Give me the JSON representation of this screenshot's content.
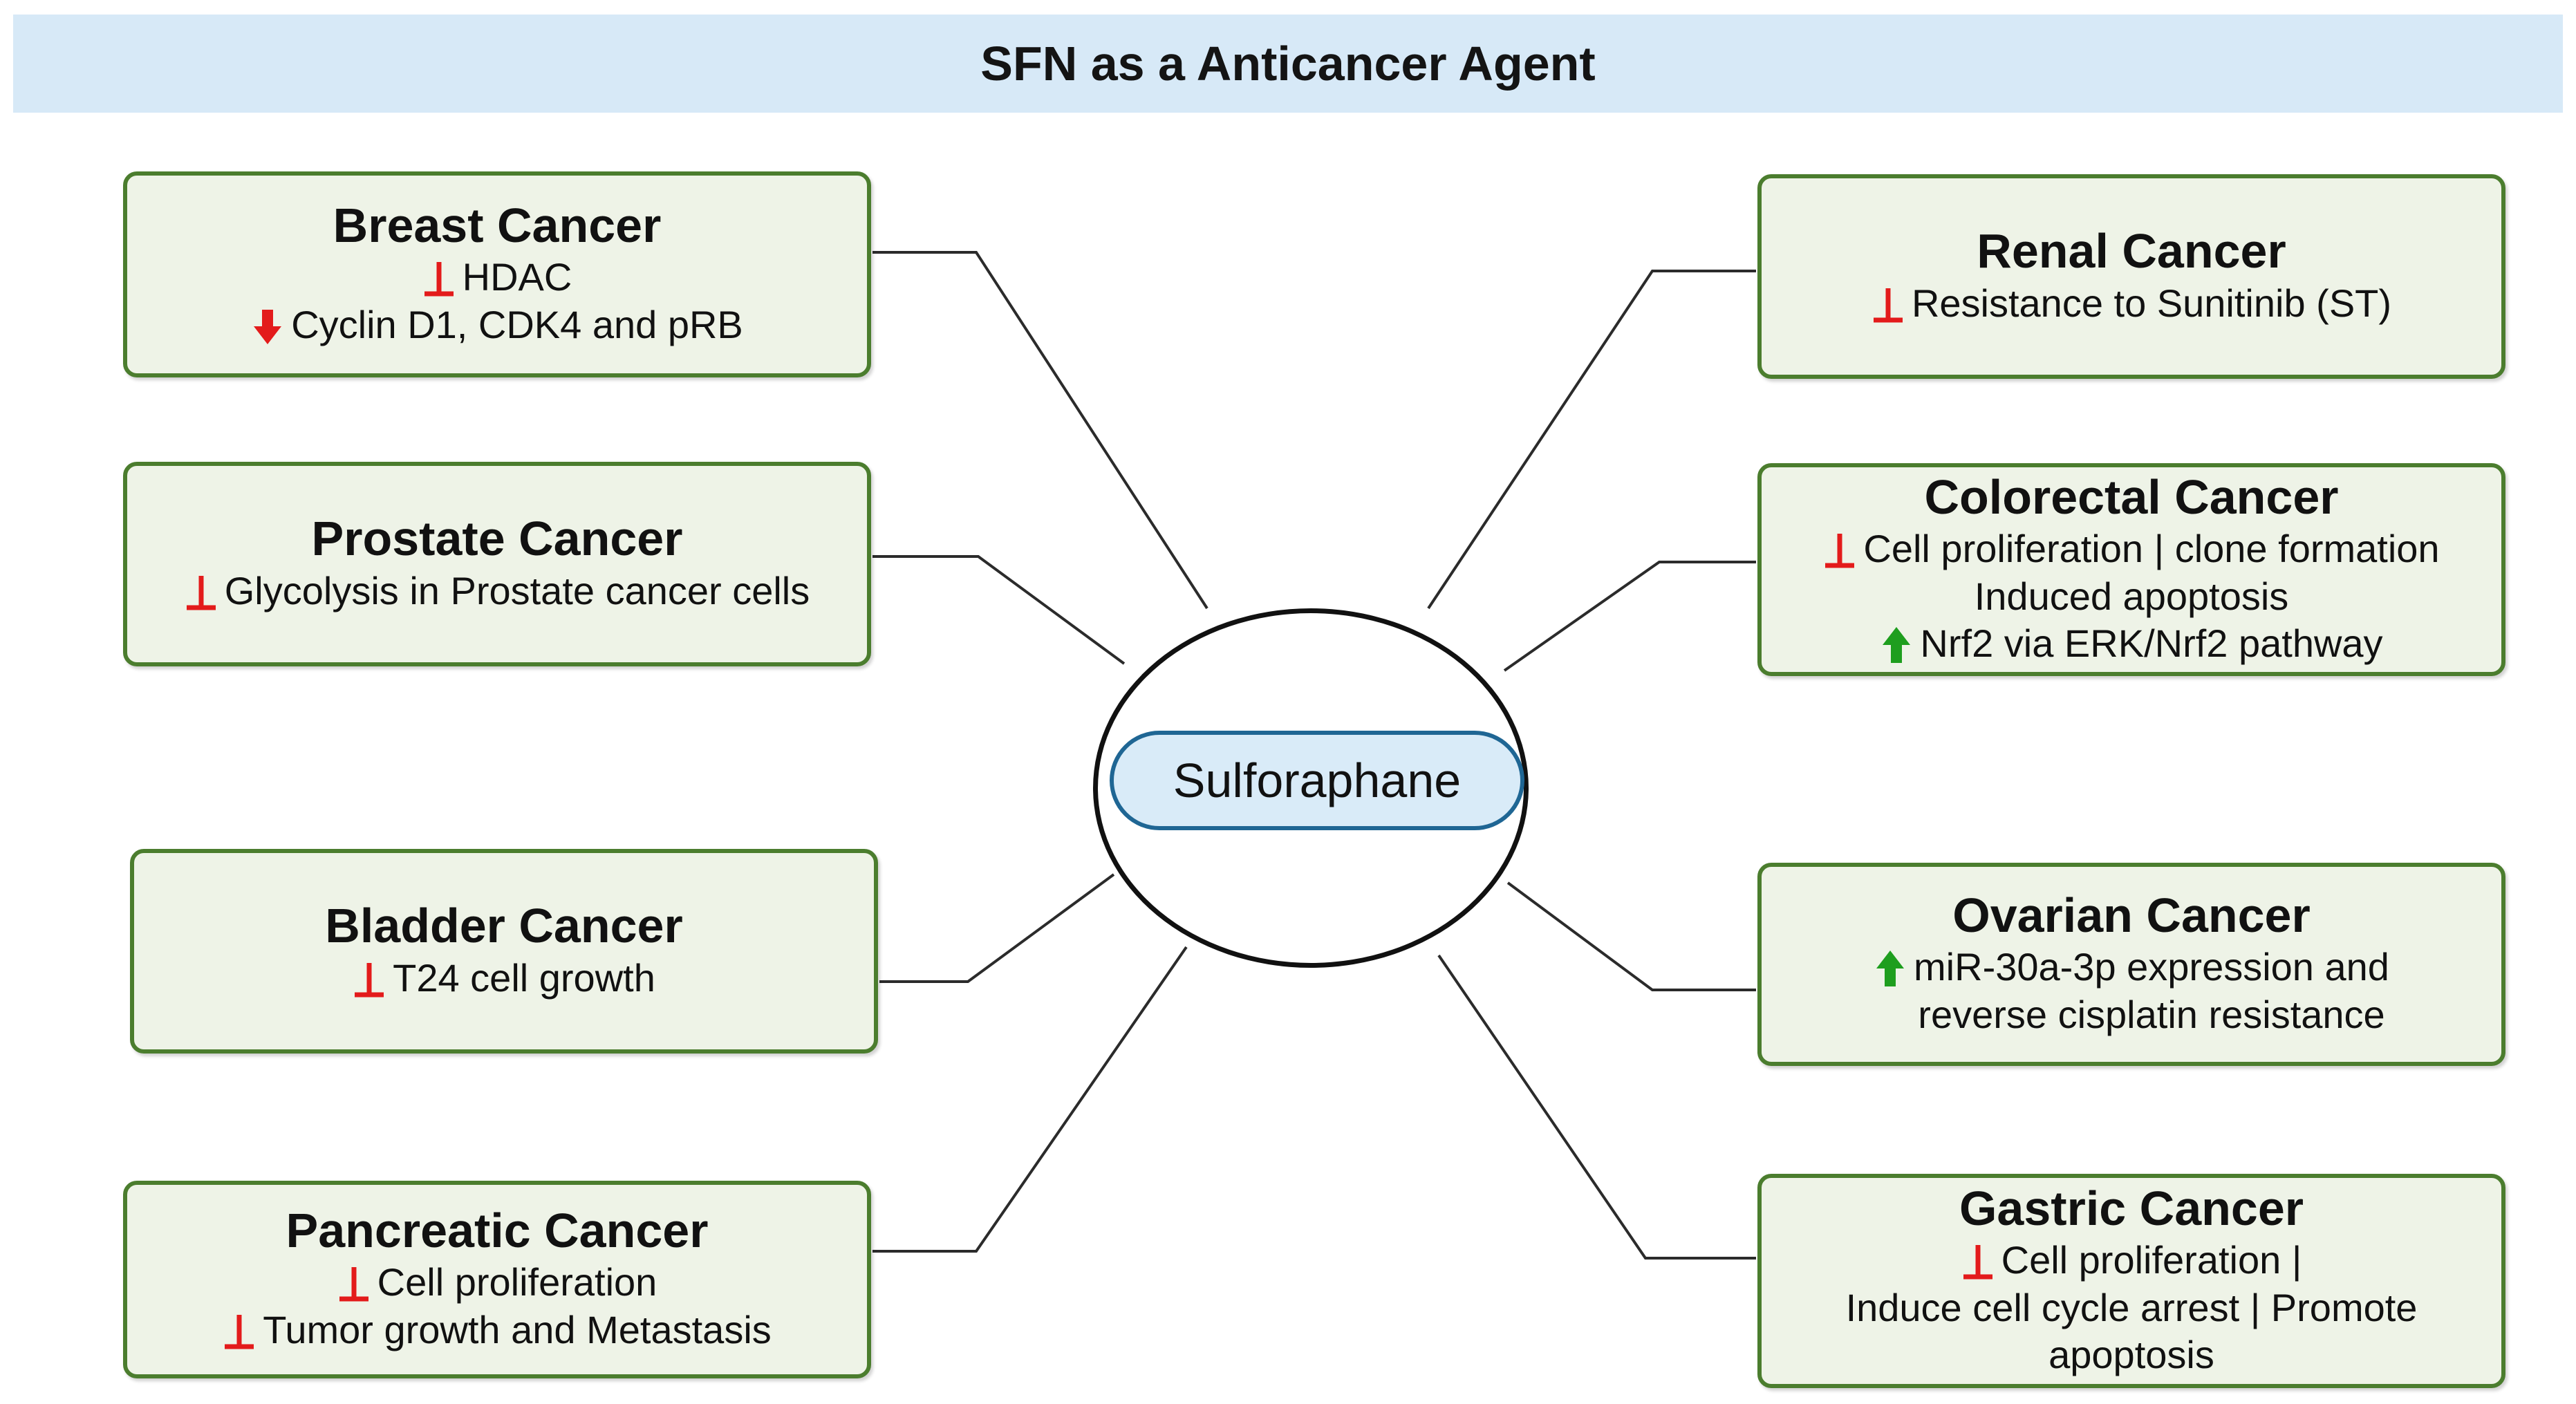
{
  "title": "SFN as a Anticancer Agent",
  "center_label": "Sulforaphane",
  "colors": {
    "banner": "#d7e9f7",
    "box_border": "#4b7d2e",
    "box_fill": "#eef3e7",
    "inhibit": "#e31b1b",
    "down_arrow": "#e31b1b",
    "up_arrow": "#1e9e1e",
    "pill_border": "#1f6694",
    "pill_fill": "#d9ebf8"
  },
  "boxes": {
    "breast": {
      "title": "Breast Cancer",
      "lines": [
        {
          "icon": "inhibit-icon",
          "text": "HDAC"
        },
        {
          "icon": "down-arrow-icon",
          "text": "Cyclin D1, CDK4 and pRB"
        }
      ]
    },
    "prostate": {
      "title": "Prostate Cancer",
      "lines": [
        {
          "icon": "inhibit-icon",
          "text": "Glycolysis in Prostate cancer cells"
        }
      ]
    },
    "bladder": {
      "title": "Bladder Cancer",
      "lines": [
        {
          "icon": "inhibit-icon",
          "text": "T24 cell growth"
        }
      ]
    },
    "pancreatic": {
      "title": "Pancreatic Cancer",
      "lines": [
        {
          "icon": "inhibit-icon",
          "text": "Cell proliferation"
        },
        {
          "icon": "inhibit-icon",
          "text": "Tumor growth and Metastasis"
        }
      ]
    },
    "renal": {
      "title": "Renal Cancer",
      "lines": [
        {
          "icon": "inhibit-icon",
          "text": "Resistance to Sunitinib (ST)"
        }
      ]
    },
    "colorectal": {
      "title": "Colorectal Cancer",
      "lines": [
        {
          "icon": "inhibit-icon",
          "text": "Cell proliferation | clone formation"
        },
        {
          "icon": "",
          "text": "Induced apoptosis"
        },
        {
          "icon": "up-arrow-icon",
          "text": "Nrf2 via ERK/Nrf2 pathway"
        }
      ]
    },
    "ovarian": {
      "title": "Ovarian Cancer",
      "lines": [
        {
          "icon": "up-arrow-icon",
          "text": "miR-30a-3p expression and",
          "cont": "reverse cisplatin resistance"
        }
      ]
    },
    "gastric": {
      "title": "Gastric Cancer",
      "lines": [
        {
          "icon": "inhibit-icon",
          "text": "Cell proliferation |"
        },
        {
          "icon": "",
          "text": "Induce cell cycle arrest | Promote"
        },
        {
          "icon": "",
          "text": "apoptosis"
        }
      ]
    }
  }
}
